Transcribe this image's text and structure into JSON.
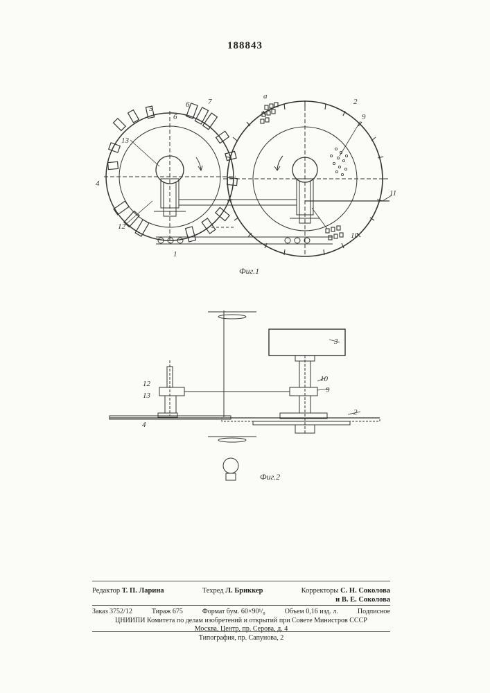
{
  "page_number": "188843",
  "figures": {
    "fig1": {
      "caption": "Фиг.1",
      "labels": [
        "1",
        "2",
        "4",
        "5",
        "6",
        "7",
        "9",
        "10",
        "11",
        "12",
        "13",
        "а",
        "б"
      ]
    },
    "fig2": {
      "caption": "Фиг.2",
      "labels": [
        "2",
        "3",
        "4",
        "9",
        "10",
        "12",
        "13"
      ]
    }
  },
  "credits": {
    "editor_label": "Редактор",
    "editor": "Т. П. Ларина",
    "techred_label": "Техред",
    "techred": "Л. Бриккер",
    "correctors_label": "Корректоры",
    "corrector1": "С. Н. Соколова",
    "corrector2": "и В. Е. Соколова"
  },
  "imprint": {
    "order": "Заказ 3752/12",
    "circulation": "Тираж 675",
    "format": "Формат бум. 60×90¹/₈",
    "volume": "Объем 0,16 изд. л.",
    "subscription": "Подписное",
    "org": "ЦНИИПИ Комитета по делам изобретений и открытий при Совете Министров СССР",
    "address": "Москва, Центр, пр. Серова, д. 4"
  },
  "printing": "Типография, пр. Сапунова, 2"
}
